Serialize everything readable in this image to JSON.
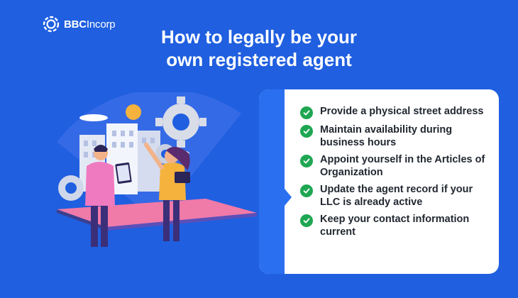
{
  "brand": {
    "name_bold": "BBC",
    "name_rest": "Incorp"
  },
  "title": {
    "line1": "How to legally be your",
    "line2": "own registered agent"
  },
  "checklist": [
    {
      "text": "Provide a physical street address"
    },
    {
      "text": "Maintain availability during business hours"
    },
    {
      "text": "Appoint yourself in the Articles of Organization"
    },
    {
      "text": "Update the agent record if your LLC is already active"
    },
    {
      "text": "Keep your contact information current"
    }
  ],
  "colors": {
    "background": "#1f5fe0",
    "card": "#ffffff",
    "accent_strip": "#2a6ff0",
    "check": "#1fa652"
  },
  "icons": [
    "bbcincorp-logo-icon",
    "check-circle-icon",
    "gear-icon",
    "building-icon",
    "person-icon",
    "cloud-icon",
    "sun-icon"
  ]
}
